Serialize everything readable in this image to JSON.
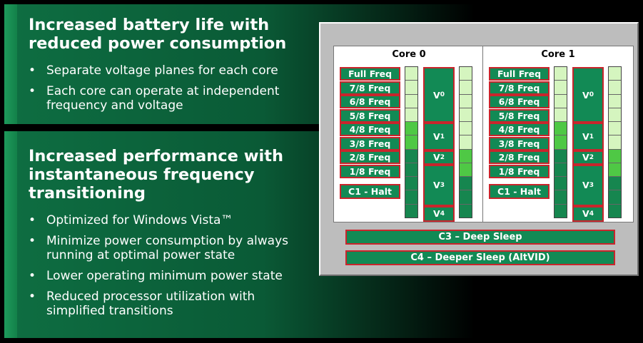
{
  "section1": {
    "heading_line1": "Increased battery life with",
    "heading_line2": "reduced power consumption",
    "bullets": [
      "Separate voltage planes for each core",
      "Each core can operate at independent",
      "frequency and voltage"
    ]
  },
  "section2": {
    "heading_line1": "Increased performance with",
    "heading_line2": "instantaneous frequency",
    "heading_line3": "transitioning",
    "bullets": [
      "Optimized for Windows Vista™",
      "Minimize power consumption by always",
      "running at optimal power state",
      "Lower operating minimum power state",
      "Reduced processor utilization with",
      "simplified transitions"
    ]
  },
  "diagram": {
    "cores": [
      {
        "title": "Core 0"
      },
      {
        "title": "Core 1"
      }
    ],
    "freq_states": [
      "Full Freq",
      "7/8 Freq",
      "6/8 Freq",
      "5/8 Freq",
      "4/8 Freq",
      "3/8 Freq",
      "2/8 Freq",
      "1/8 Freq"
    ],
    "halt_label": "C1 - Halt",
    "voltage_base": "V",
    "voltage_states": [
      {
        "label": "V",
        "sub": "0",
        "freq_steps": 4
      },
      {
        "label": "V",
        "sub": "1",
        "freq_steps": 2
      },
      {
        "label": "V",
        "sub": "2",
        "freq_steps": 1
      },
      {
        "label": "V",
        "sub": "3",
        "freq_steps": 3
      },
      {
        "label": "V",
        "sub": "4",
        "freq_steps": 1
      }
    ],
    "c3_label": "C3 – Deep Sleep",
    "c4_label": "C4 – Deeper Sleep (AltVID)",
    "colors": {
      "box_green": "#128a55",
      "box_border": "#c9252c",
      "level_1": "#d5f5bf",
      "level_2": "#4fc845",
      "level_3": "#16864f"
    }
  }
}
